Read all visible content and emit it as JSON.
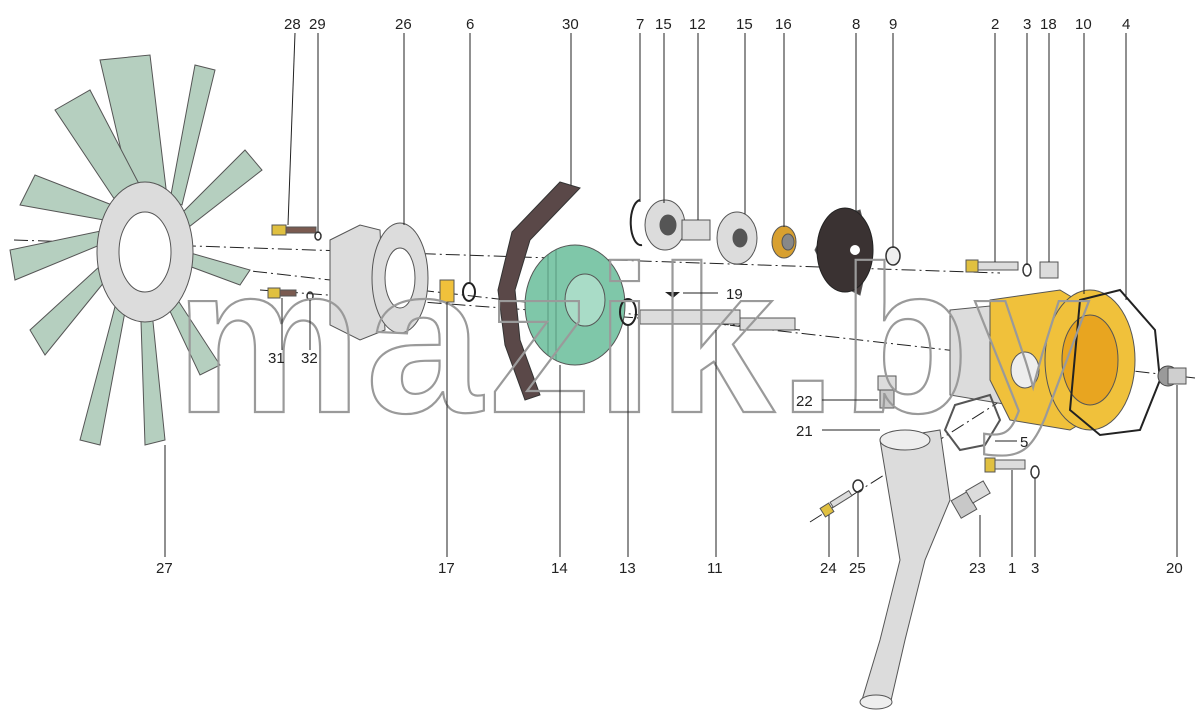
{
  "watermark": "mazik.by",
  "colors": {
    "fan": "#b5cfbf",
    "pulley": "#7fc7a9",
    "pump_body": "#f0c13b",
    "metal": "#dcdcdc",
    "dark": "#4a4040",
    "belt": "#5a4848"
  },
  "callouts": {
    "c28": "28",
    "c29": "29",
    "c26": "26",
    "c6": "6",
    "c30": "30",
    "c7": "7",
    "c15a": "15",
    "c12": "12",
    "c15b": "15",
    "c16": "16",
    "c8": "8",
    "c9": "9",
    "c2": "2",
    "c3a": "3",
    "c18": "18",
    "c10": "10",
    "c4": "4",
    "c19": "19",
    "c22": "22",
    "c5": "5",
    "c21": "21",
    "c31": "31",
    "c32": "32",
    "c27": "27",
    "c17": "17",
    "c14": "14",
    "c13": "13",
    "c11": "11",
    "c24": "24",
    "c25": "25",
    "c23": "23",
    "c1": "1",
    "c3b": "3",
    "c20": "20"
  }
}
